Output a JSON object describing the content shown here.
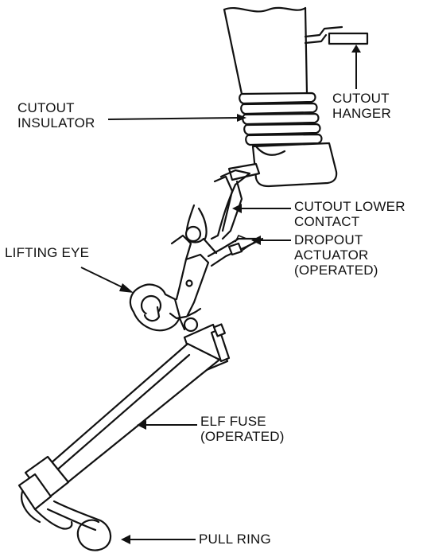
{
  "labels": {
    "cutout_hanger": [
      "CUTOUT",
      "HANGER"
    ],
    "cutout_insulator": [
      "CUTOUT",
      "INSULATOR"
    ],
    "cutout_lower_contact": [
      "CUTOUT LOWER",
      "CONTACT"
    ],
    "dropout_actuator": [
      "DROPOUT",
      "ACTUATOR",
      "(OPERATED)"
    ],
    "lifting_eye": [
      "LIFTING EYE"
    ],
    "elf_fuse": [
      "ELF FUSE",
      "(OPERATED)"
    ],
    "pull_ring": [
      "PULL RING"
    ]
  },
  "colors": {
    "line": "#111111",
    "background": "#ffffff"
  }
}
